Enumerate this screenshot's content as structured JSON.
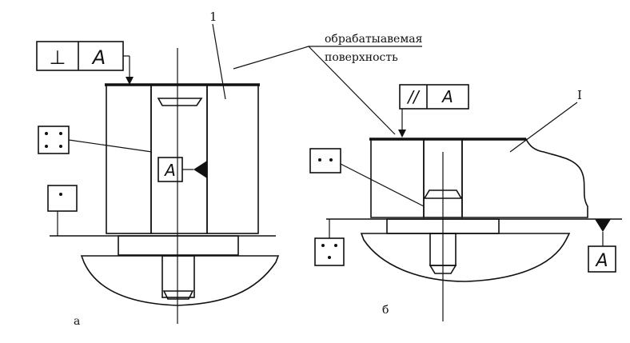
{
  "annotation": {
    "line1": "обрабатыавемая",
    "line2": "поверхность"
  },
  "figure_a": {
    "caption": "а",
    "part_number": "1",
    "tolerance_frame": {
      "symbol": "⊥",
      "datum": "A"
    },
    "datum_label": "A"
  },
  "figure_b": {
    "caption": "б",
    "part_number": "I",
    "tolerance_frame": {
      "symbol": "//",
      "datum": "A"
    },
    "datum_label": "A"
  }
}
